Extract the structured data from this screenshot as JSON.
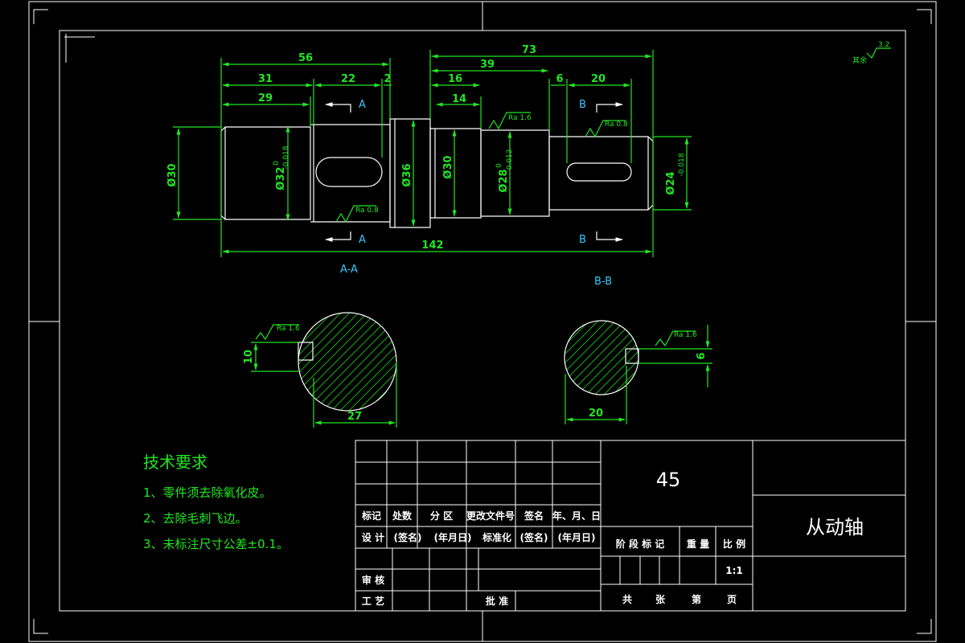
{
  "drawing": {
    "part_name": "从动轴",
    "material": "45",
    "scale": "1:1",
    "surface_roughness_mark": "3.2",
    "surface_roughness_note": "其余"
  },
  "dimensions": {
    "d56": "56",
    "d31": "31",
    "d29": "29",
    "d22": "22",
    "d2": "2",
    "d73": "73",
    "d39": "39",
    "d16": "16",
    "d14": "14",
    "d6": "6",
    "d20": "20",
    "d142": "142",
    "dia30_left": "Ø30",
    "dia32": "Ø32",
    "dia32_tol": "0",
    "dia32_tol_low": "-0.018",
    "dia36": "Ø36",
    "dia30_mid": "Ø30",
    "dia28": "Ø28",
    "dia28_tol": "0",
    "dia28_tol_low": "-0.012",
    "dia24": "Ø24",
    "dia24_tol_low": "-0.018",
    "section_a_width": "10",
    "section_a_len": "27",
    "section_b_width": "6",
    "section_b_len": "20"
  },
  "roughness": {
    "ra16_a": "Ra 1.6",
    "ra08_a": "Ra 0.8",
    "ra08_b": "Ra 0.8",
    "ra16_sec_a": "Ra 1.6",
    "ra16_sec_b": "Ra 1.6"
  },
  "sections": {
    "label_a": "A",
    "label_b": "B",
    "view_aa": "A-A",
    "view_bb": "B-B"
  },
  "tech_requirements": {
    "title": "技术要求",
    "items": [
      "1、零件须去除氧化皮。",
      "2、去除毛刺飞边。",
      "3、未标注尺寸公差±0.1。"
    ]
  },
  "title_block": {
    "row_mark": [
      "标记",
      "处数",
      "分 区",
      "更改文件号",
      "签名",
      "年、月、日"
    ],
    "row_design": [
      "设 计",
      "(签名)",
      "(年月日)",
      "标准化",
      "(签名)",
      "(年月日)"
    ],
    "stage_header": [
      "阶 段 标 记",
      "重 量",
      "比 例"
    ],
    "review": "审 核",
    "process": "工 艺",
    "approve": "批 准",
    "sheets": [
      "共",
      "张",
      "第",
      "页"
    ]
  }
}
